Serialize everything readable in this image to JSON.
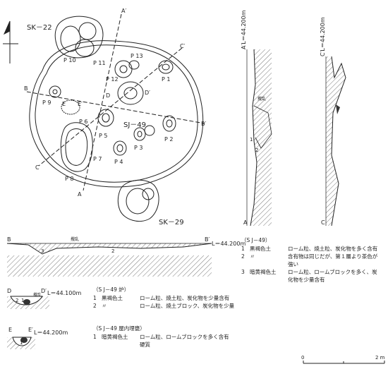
{
  "plan": {
    "features": [
      "SK－22",
      "SJ－49",
      "SK－29"
    ],
    "pits": [
      "P 1",
      "P 2",
      "P 3",
      "P 4",
      "P 5",
      "P 6",
      "P 7",
      "P 8",
      "P 9",
      "P 10",
      "P 11",
      "P 12",
      "P 13"
    ],
    "section_marks": [
      "A",
      "A′",
      "B",
      "B′",
      "C",
      "C′",
      "D",
      "D′",
      "E",
      "E′"
    ]
  },
  "labels": {
    "A_line": "A′L＝44.200m",
    "C_line": "C′L＝44.200m",
    "B_line": "L＝44.200m",
    "D_line": "L＝44.100m",
    "E_line": "L＝44.200m",
    "disturbance": "攪乱",
    "layer1": "1",
    "layer2": "2",
    "layer3": "3",
    "layer21": "2",
    "layer11": "1",
    "scale0": "0",
    "scale2": "2 m"
  },
  "legend_sj49": {
    "heading": "（S J－49）",
    "rows": [
      {
        "n": "1",
        "name": "黒褐色土",
        "desc": "ローム粒、焼土粒、炭化物を多く含有"
      },
      {
        "n": "2",
        "name": "〃",
        "desc": "含有物は同じだが、第１層より茶色が"
      },
      {
        "n": "",
        "name": "",
        "desc": "強い"
      },
      {
        "n": "3",
        "name": "暗黄褐色土",
        "desc": "ローム粒、ロームブロックを多く、炭"
      },
      {
        "n": "",
        "name": "",
        "desc": "化物を少量含有"
      }
    ]
  },
  "legend_hearth": {
    "heading": "（S J－49 炉）",
    "rows": [
      {
        "n": "1",
        "name": "黒褐色土",
        "desc": "ローム粒、焼土粒、炭化物を少量含有"
      },
      {
        "n": "2",
        "name": "〃",
        "desc": "ローム粒、焼土ブロック、炭化物を少量"
      }
    ]
  },
  "legend_buried": {
    "heading": "（S J－49 屋内埋甕）",
    "rows": [
      {
        "n": "1",
        "name": "暗黄褐色土",
        "desc": "ローム粒、ロームブロックを多く含有"
      },
      {
        "n": "",
        "name": "",
        "desc": "硬質"
      }
    ]
  },
  "colors": {
    "ink": "#222222",
    "hatch": "#555555"
  }
}
